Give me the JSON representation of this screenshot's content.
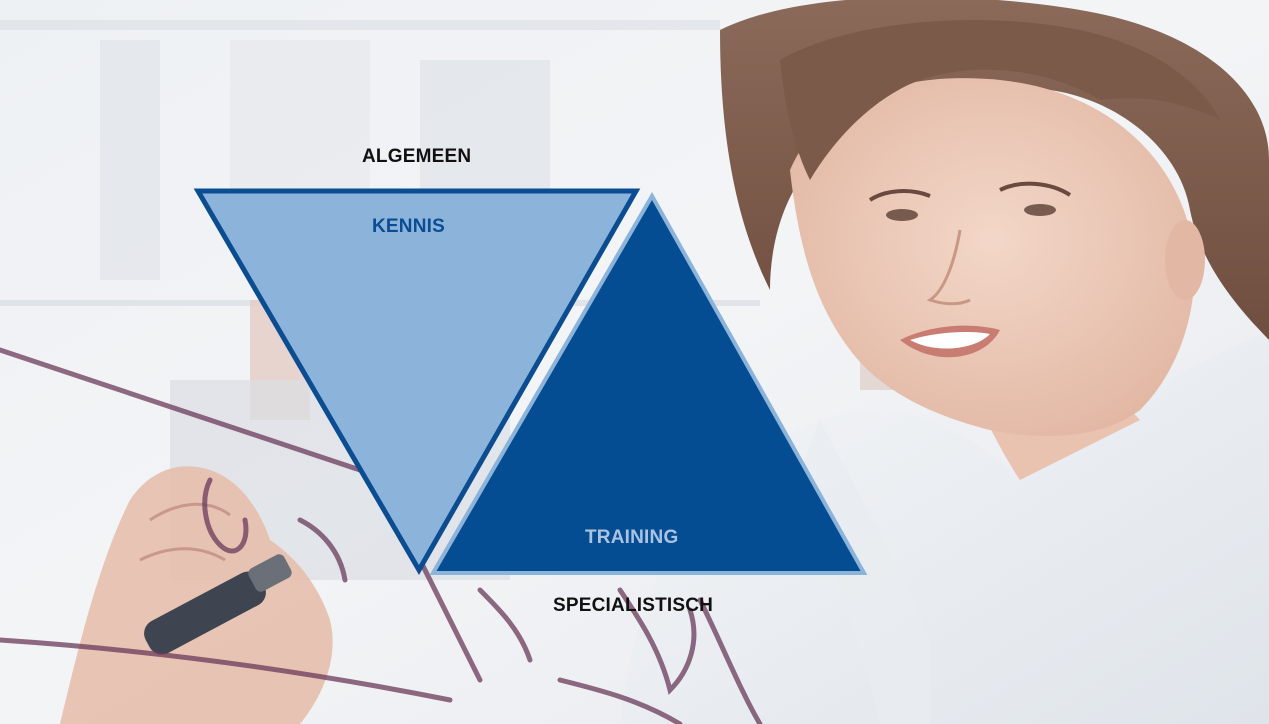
{
  "colors": {
    "inverted_fill": "#8cb4da",
    "inverted_stroke": "#0a4d93",
    "upright_fill": "#054d93",
    "upright_stroke": "#8cb4da",
    "label_dark": "#111111",
    "label_kennis": "#0a4d93",
    "label_training": "#a9c4e0"
  },
  "labels": {
    "top": "ALGEMEEN",
    "inverted_triangle": "KENNIS",
    "upright_triangle": "TRAINING",
    "bottom": "SPECIALISTISCH"
  },
  "background": {
    "icon": "photo-woman-writing-on-glass"
  }
}
